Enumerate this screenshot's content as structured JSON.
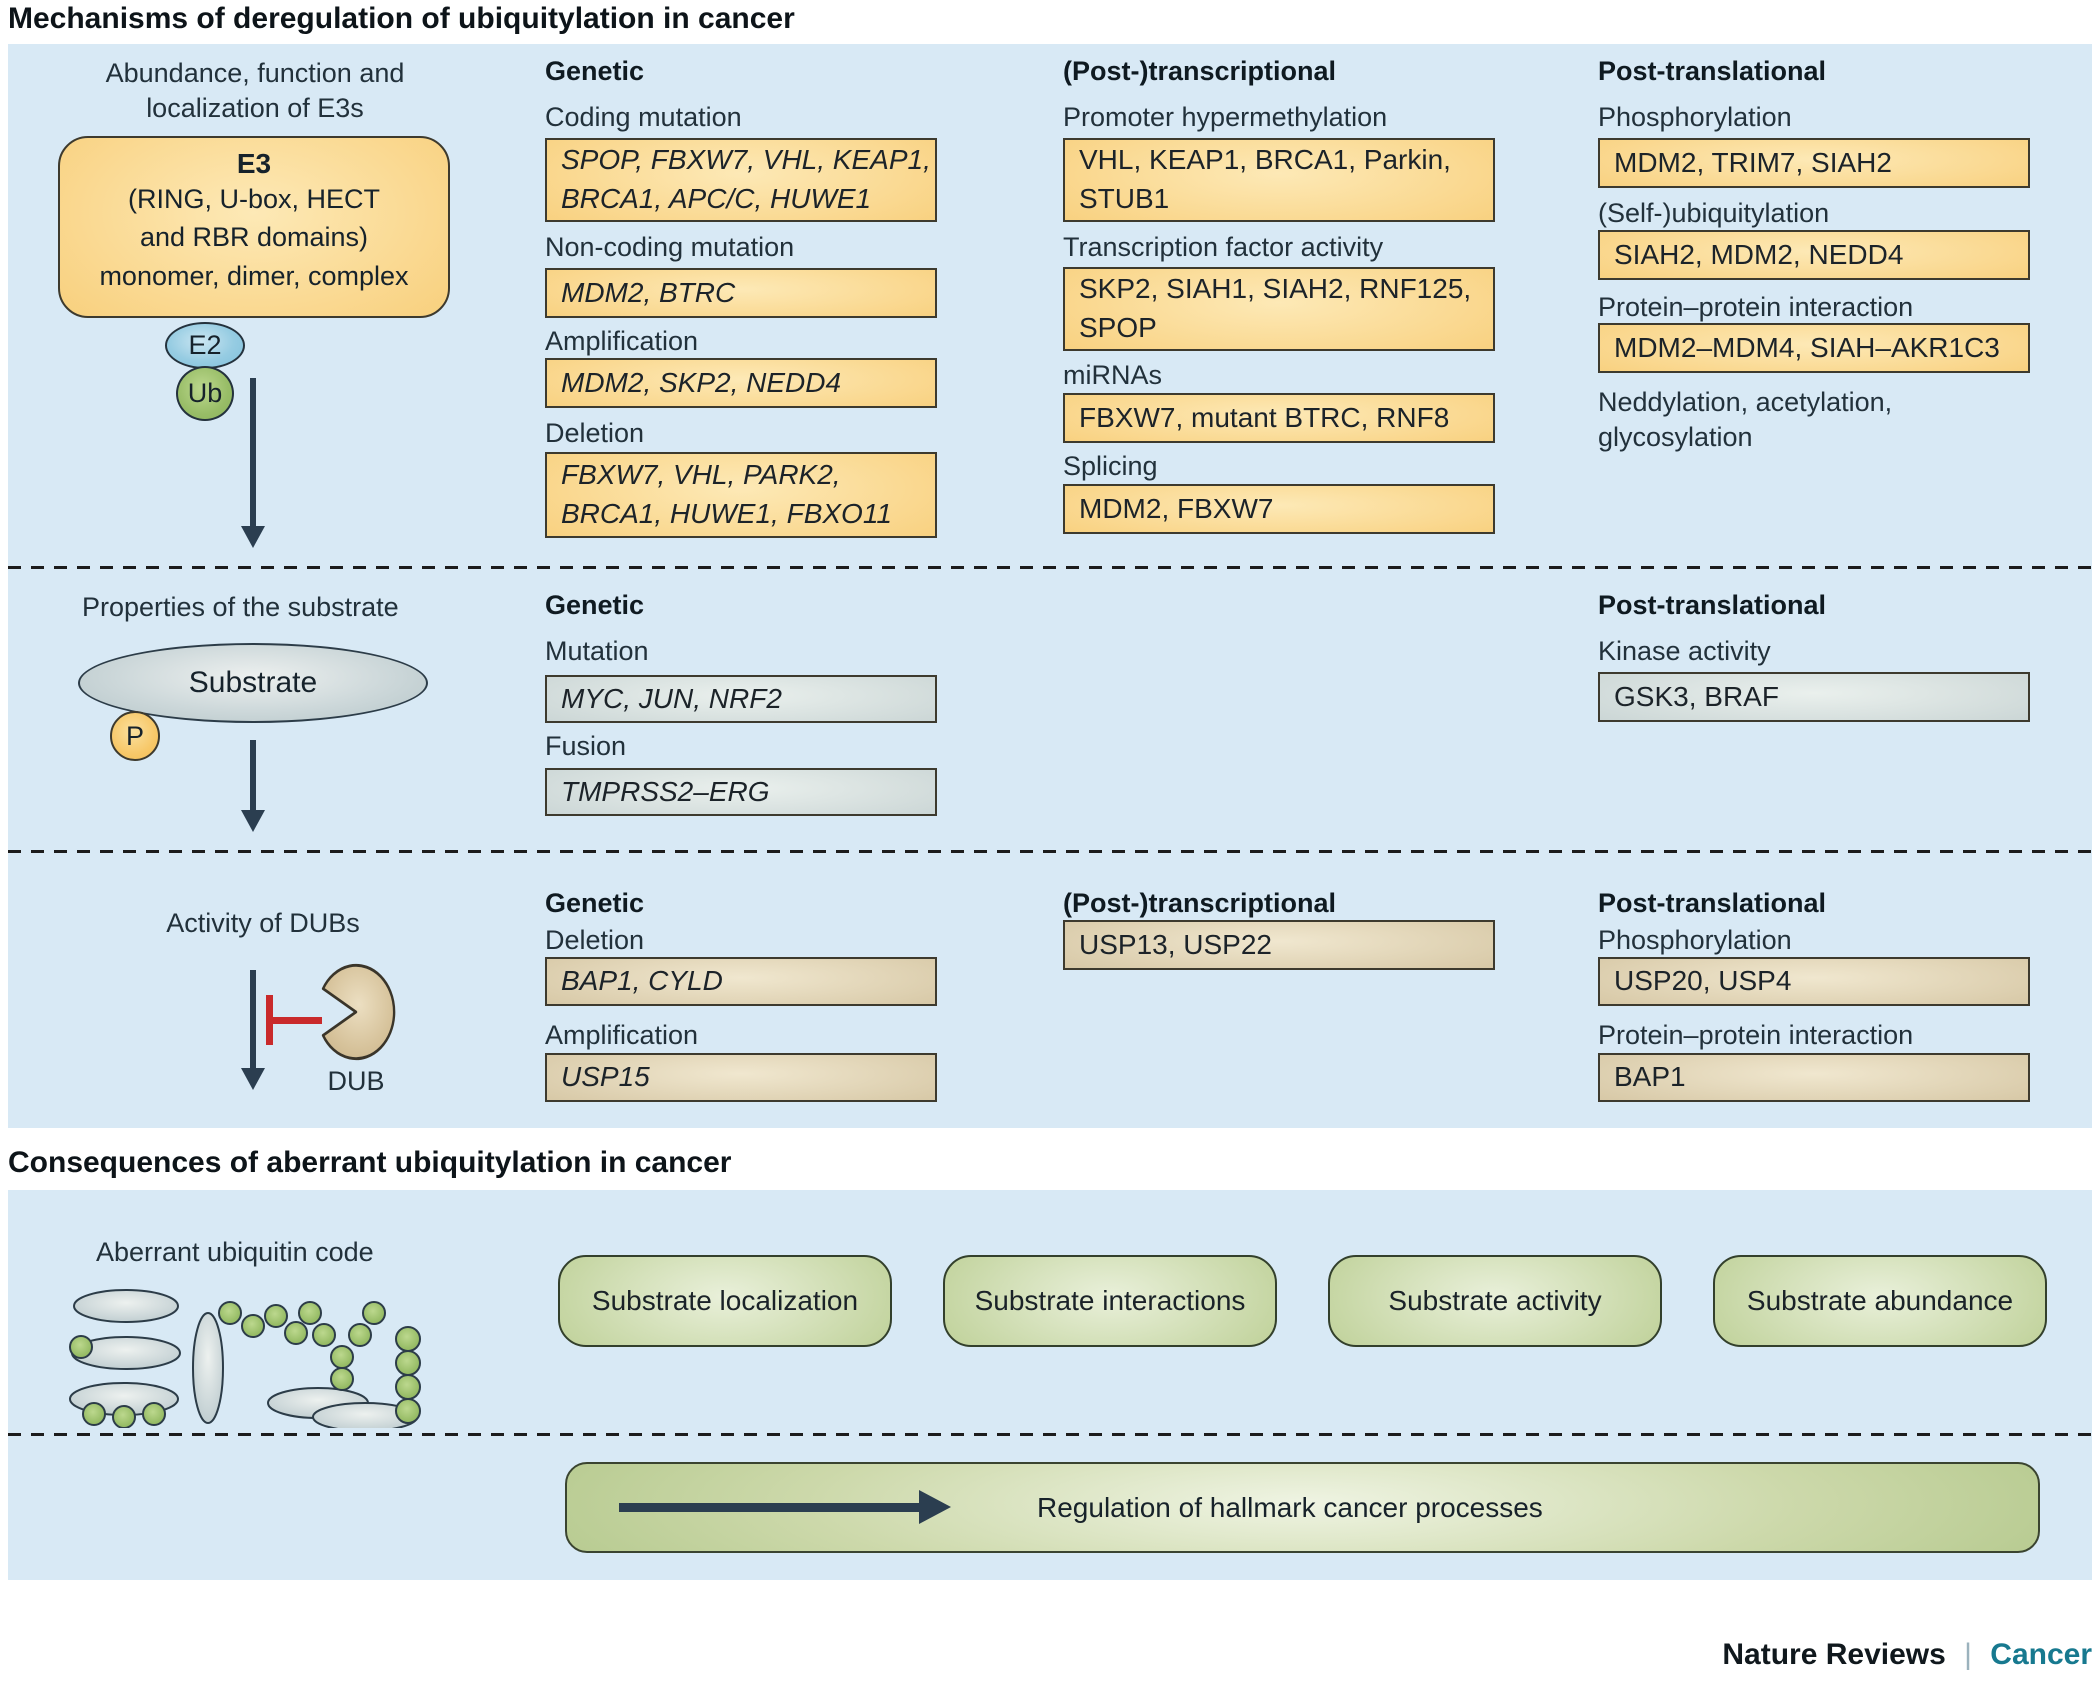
{
  "page": {
    "title_mechanisms": "Mechanisms of deregulation of ubiquitylation in cancer",
    "title_consequences": "Consequences of aberrant ubiquitylation in cancer"
  },
  "footer": {
    "brand": "Nature Reviews",
    "separator": "|",
    "journal": "Cancer"
  },
  "colors": {
    "panel_bg": "#d8e9f5",
    "orange_box": "#f4c367",
    "gray_box": "#bcc9cb",
    "tan_box": "#c8b894",
    "green_box": "#b7ca8f",
    "ink_arrow": "#2b3e50",
    "inhibit_red": "#c92a2b",
    "journal_teal": "#17798f"
  },
  "e3_section": {
    "intro_label": "Abundance, function and\nlocalization of E3s",
    "e3_box": {
      "title": "E3",
      "lines": "(RING, U-box, HECT\nand RBR domains)\nmonomer, dimer, complex"
    },
    "e2_label": "E2",
    "ub_label": "Ub",
    "genetic": {
      "heading": "Genetic",
      "coding_label": "Coding mutation",
      "coding_genes": "SPOP, FBXW7, VHL, KEAP1,\nBRCA1, APC/C, HUWE1",
      "noncoding_label": "Non-coding mutation",
      "noncoding_genes": "MDM2, BTRC",
      "amplification_label": "Amplification",
      "amplification_genes": "MDM2, SKP2, NEDD4",
      "deletion_label": "Deletion",
      "deletion_genes": "FBXW7, VHL, PARK2,\nBRCA1, HUWE1, FBXO11"
    },
    "transcriptional": {
      "heading": "(Post-)transcriptional",
      "promoter_label": "Promoter hypermethylation",
      "promoter_genes": "VHL, KEAP1, BRCA1, Parkin,\nSTUB1",
      "tf_label": "Transcription factor activity",
      "tf_genes": "SKP2, SIAH1, SIAH2, RNF125,\nSPOP",
      "mirna_label": "miRNAs",
      "mirna_genes": "FBXW7, mutant BTRC, RNF8",
      "splicing_label": "Splicing",
      "splicing_genes": "MDM2, FBXW7"
    },
    "translational": {
      "heading": "Post-translational",
      "phospho_label": "Phosphorylation",
      "phospho_genes": "MDM2, TRIM7, SIAH2",
      "selfubi_label": "(Self-)ubiquitylation",
      "selfubi_genes": "SIAH2, MDM2, NEDD4",
      "ppi_label": "Protein–protein interaction",
      "ppi_genes": "MDM2–MDM4, SIAH–AKR1C3",
      "other_label": "Neddylation, acetylation,\nglycosylation"
    }
  },
  "substrate_section": {
    "intro_label": "Properties of the substrate",
    "substrate_label": "Substrate",
    "phospho_badge": "P",
    "genetic": {
      "heading": "Genetic",
      "mutation_label": "Mutation",
      "mutation_genes": "MYC, JUN, NRF2",
      "fusion_label": "Fusion",
      "fusion_genes": "TMPRSS2–ERG"
    },
    "translational": {
      "heading": "Post-translational",
      "kinase_label": "Kinase activity",
      "kinase_genes": "GSK3, BRAF"
    }
  },
  "dub_section": {
    "intro_label": "Activity of DUBs",
    "dub_label": "DUB",
    "genetic": {
      "heading": "Genetic",
      "deletion_label": "Deletion",
      "deletion_genes": "BAP1, CYLD",
      "amplification_label": "Amplification",
      "amplification_genes": "USP15"
    },
    "transcriptional": {
      "heading": "(Post-)transcriptional",
      "genes": "USP13, USP22"
    },
    "translational": {
      "heading": "Post-translational",
      "phospho_label": "Phosphorylation",
      "phospho_genes": "USP20, USP4",
      "ppi_label": "Protein–protein interaction",
      "ppi_genes": "BAP1"
    }
  },
  "consequences_section": {
    "code_label": "Aberrant ubiquitin code",
    "outcomes": [
      "Substrate localization",
      "Substrate interactions",
      "Substrate activity",
      "Substrate abundance"
    ],
    "regulation_label": "Regulation of hallmark cancer processes"
  }
}
